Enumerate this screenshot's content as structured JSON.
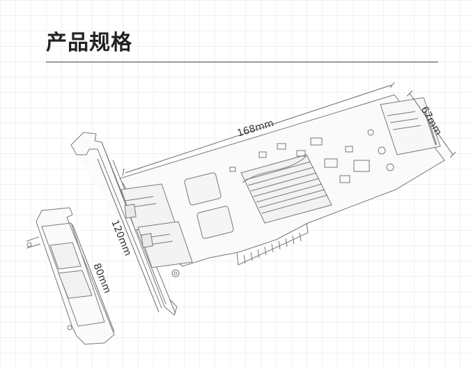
{
  "page": {
    "title": "产品规格"
  },
  "dimensions": {
    "length": "168mm",
    "height": "67mm",
    "full_bracket": "120mm",
    "low_profile_bracket": "80mm"
  }
}
